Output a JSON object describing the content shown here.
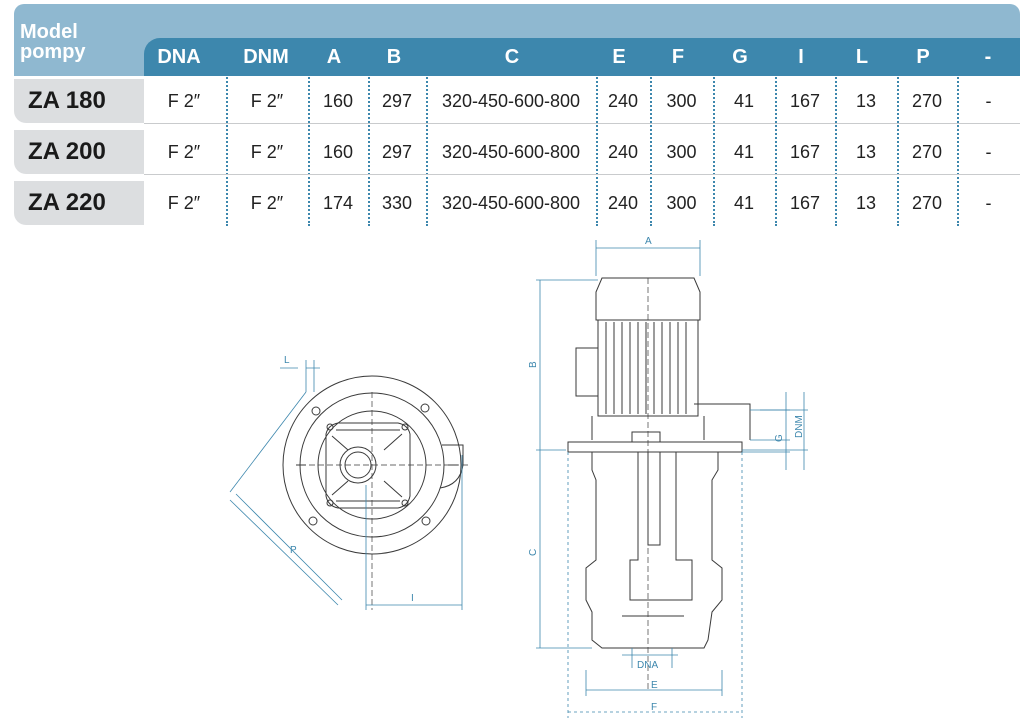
{
  "table": {
    "model_header": "Model\npompy",
    "columns": [
      "DNA",
      "DNM",
      "A",
      "B",
      "C",
      "E",
      "F",
      "G",
      "I",
      "L",
      "P",
      "-"
    ],
    "rows": [
      {
        "model": "ZA 180",
        "values": [
          "F 2″",
          "F 2″",
          "160",
          "297",
          "320-450-600-800",
          "240",
          "300",
          "41",
          "167",
          "13",
          "270",
          "-"
        ]
      },
      {
        "model": "ZA 200",
        "values": [
          "F 2″",
          "F 2″",
          "160",
          "297",
          "320-450-600-800",
          "240",
          "300",
          "41",
          "167",
          "13",
          "270",
          "-"
        ]
      },
      {
        "model": "ZA 220",
        "values": [
          "F 2″",
          "F 2″",
          "174",
          "330",
          "320-450-600-800",
          "240",
          "300",
          "41",
          "167",
          "13",
          "270",
          "-"
        ]
      }
    ]
  },
  "drawing": {
    "front_labels": {
      "l": "L",
      "p": "P",
      "i": "I"
    },
    "side_labels": {
      "a": "A",
      "b": "B",
      "c": "C",
      "g": "G",
      "dnm": "DNM",
      "dna": "DNA",
      "e": "E",
      "f": "F"
    }
  },
  "colors": {
    "header_blue": "#3d87ad",
    "header_light": "#8fb8d0",
    "row_gray": "#dcdee0",
    "dim_blue": "#3d87ad"
  }
}
